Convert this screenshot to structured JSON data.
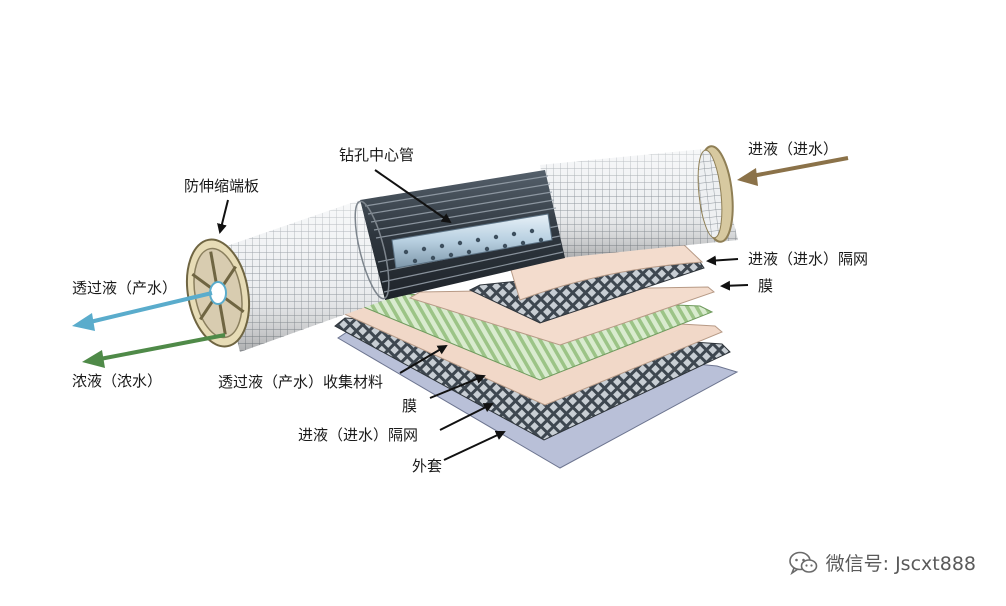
{
  "labels": {
    "end_plate": "防伸缩端板",
    "drilled_tube": "钻孔中心管",
    "feed_in": "进液（进水）",
    "feed_spacer_top": "进液（进水）隔网",
    "membrane_top": "膜",
    "permeate_out": "透过液（产水）",
    "concentrate_out": "浓液（浓水）",
    "permeate_carrier": "透过液（产水）收集材料",
    "membrane_bottom": "膜",
    "feed_spacer_bottom": "进液（进水）隔网",
    "outer_wrap": "外套"
  },
  "watermark": {
    "text": "微信号: Jscxt888",
    "icon": "wechat-icon"
  },
  "colors": {
    "feed_arrow": "#8b7249",
    "permeate_arrow": "#5aaccc",
    "concentrate_arrow": "#4f8a48",
    "membrane": "#f1d8c8",
    "carrier": "#b7d3a6",
    "spacer": "#5e6a74",
    "wrap": "#b9c0d8"
  }
}
